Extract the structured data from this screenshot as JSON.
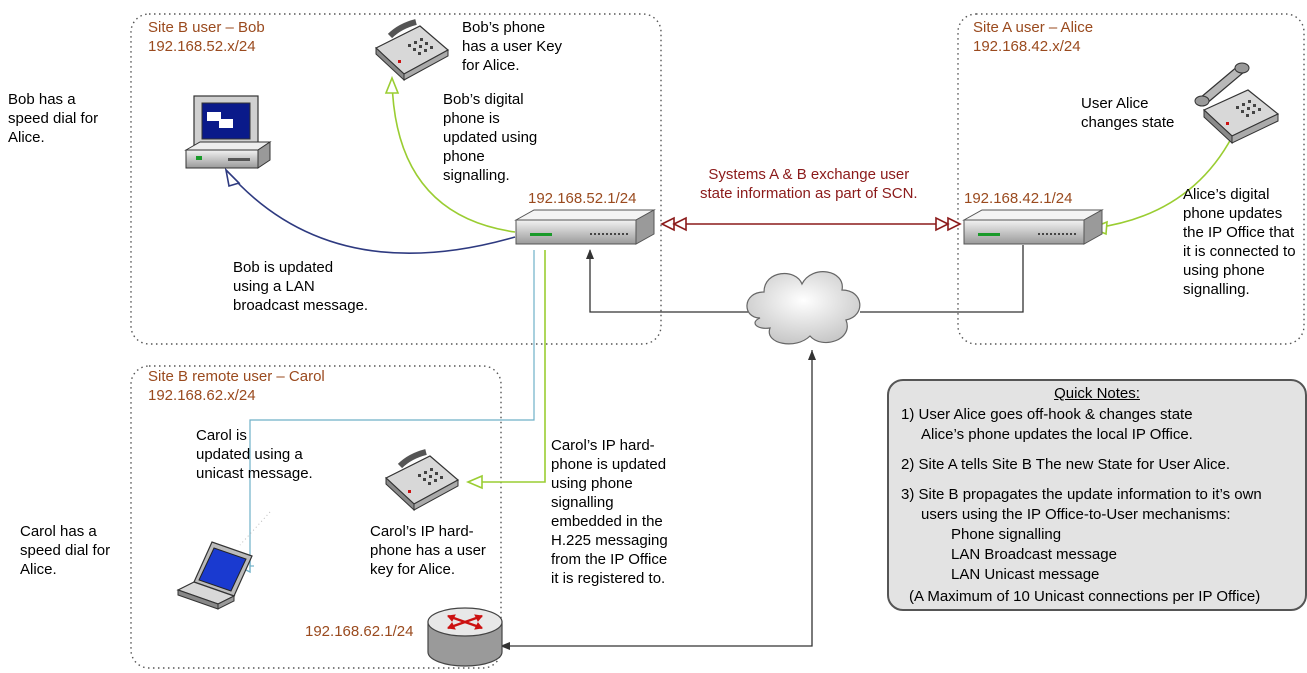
{
  "sites": {
    "site_b": {
      "title": "Site B user – Bob",
      "subnet": "192.168.52.x/24"
    },
    "site_a": {
      "title": "Site A user – Alice",
      "subnet": "192.168.42.x/24"
    },
    "site_b_remote": {
      "title": "Site B remote user – Carol",
      "subnet": "192.168.62.x/24"
    }
  },
  "devices": {
    "ipo_b": "192.168.52.1/24",
    "ipo_a": "192.168.42.1/24",
    "router_c": "192.168.62.1/24"
  },
  "annotations": {
    "bob_speed_dial": "Bob has a\nspeed dial for\nAlice.",
    "bob_phone_key": "Bob’s phone\nhas a user Key\nfor Alice.",
    "bob_digital": "Bob’s digital\nphone is\nupdated using\nphone\nsignalling.",
    "bob_lan": "Bob  is updated\nusing a LAN\nbroadcast message.",
    "exchange": "Systems A & B exchange user\nstate information as part of SCN.",
    "alice_changes": "User Alice\nchanges state",
    "alice_digital": "Alice’s digital\nphone updates\nthe IP Office that\nit is connected to\nusing phone\nsignalling.",
    "carol_unicast": "Carol is\nupdated using a\nunicast message.",
    "carol_speed_dial": "Carol has a\nspeed dial for\nAlice.",
    "carol_hardphone": "Carol’s IP hard-\nphone has a user\nkey for Alice.",
    "carol_ip_update": "Carol’s IP hard-\nphone is updated\nusing phone\nsignalling\nembedded in the\nH.225 messaging\nfrom the IP Office\nit is registered to."
  },
  "quick_notes": {
    "title": "Quick Notes:",
    "n1a": "1)  User Alice goes off-hook & changes state",
    "n1b": "Alice’s phone updates the local IP Office.",
    "n2": "2)  Site A tells Site B The new State for User Alice.",
    "n3a": "3)  Site B propagates the update information to it’s own",
    "n3b": "users using the IP Office-to-User mechanisms:",
    "m1": "Phone signalling",
    "m2": "LAN Broadcast message",
    "m3": "LAN Unicast message",
    "max": "(A Maximum of 10 Unicast connections per IP Office)"
  },
  "colors": {
    "site_text": "#9a4a1e",
    "phone_link": "#9acd32",
    "lan_link": "#2e3a80",
    "scn_link": "#8b1a1a",
    "unicast_link": "#6fb0c8",
    "network_link": "#333333"
  }
}
